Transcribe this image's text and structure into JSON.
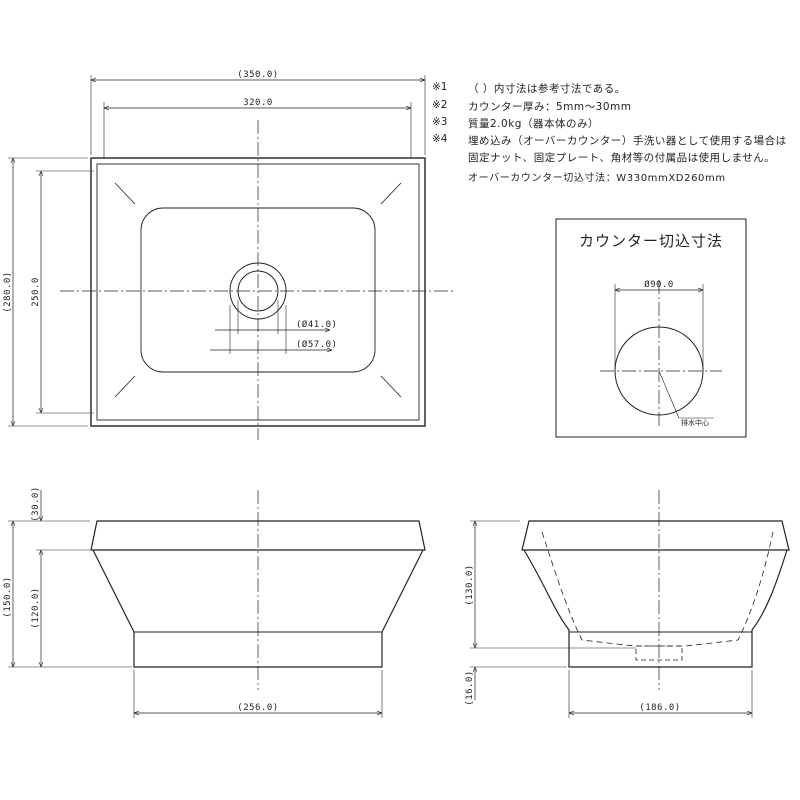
{
  "notes": [
    {
      "mark": "※1",
      "text": "（ ）内寸法は参考寸法である。"
    },
    {
      "mark": "※2",
      "text": "カウンター厚み：5mm～30mm"
    },
    {
      "mark": "※3",
      "text": "質量2.0kg（器本体のみ）"
    },
    {
      "mark": "※4",
      "text": "埋め込み（オーバーカウンター）手洗い器として使用する場合は"
    },
    {
      "mark": "",
      "text": "固定ナット、固定プレート、角材等の付属品は使用しません。"
    }
  ],
  "cutout_size_text": "オーバーカウンター切込寸法：W330mmXD260mm",
  "cutout_box": {
    "title": "カウンター切込寸法",
    "diameter_label": "Ø90.0",
    "drain_center_label": "排水中心"
  },
  "plan_view": {
    "overall_width": "(350.0)",
    "inner_width": "320.0",
    "overall_depth": "(280.0)",
    "inner_depth": "250.0",
    "drain_inner": "(Ø41.0)",
    "drain_outer": "(Ø57.0)"
  },
  "front_view": {
    "rim_height": "(30.0)",
    "total_height": "(150.0)",
    "body_height": "(120.0)",
    "base_width": "(256.0)"
  },
  "side_view": {
    "bowl_height": "(130.0)",
    "base_height": "(16.0)",
    "base_width": "(186.0)"
  }
}
